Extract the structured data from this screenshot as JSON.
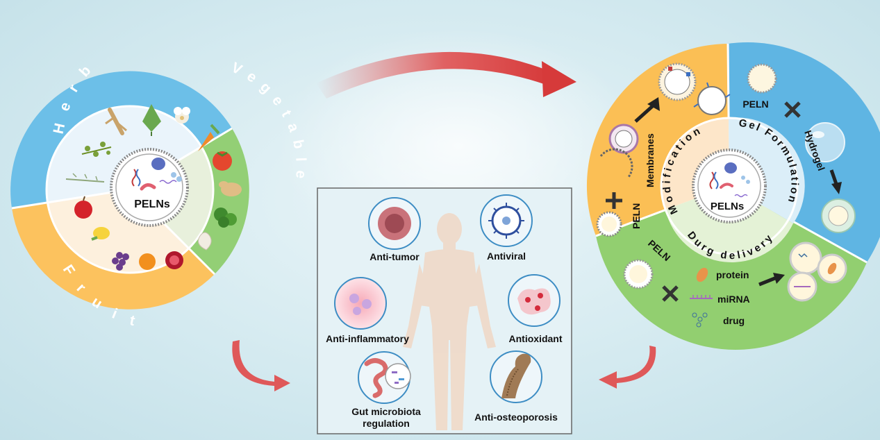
{
  "left_wheel": {
    "center": "PELNs",
    "sections": {
      "herb": "Herb",
      "vegetable": "Vegetable",
      "fruit": "Fruit"
    }
  },
  "right_wheel": {
    "center": "PELNs",
    "inner": {
      "modification": "Modification",
      "gel": "Gel Formulation",
      "delivery": "Durg delivery"
    },
    "membranes": {
      "pelnLabel": "PELN",
      "membranesLabel": "Membranes"
    },
    "hydrogel": {
      "pelnLabel": "PELN",
      "hydrogelLabel": "Hydrogel"
    },
    "delivery": {
      "pelnLabel": "PELN",
      "protein": "protein",
      "mirna": "miRNA",
      "drug": "drug"
    }
  },
  "effects": {
    "anti_tumor": "Anti-tumor",
    "antiviral": "Antiviral",
    "anti_inflammatory": "Anti-inflammatory",
    "antioxidant": "Antioxidant",
    "gut_line1": "Gut microbiota",
    "gut_line2": "regulation",
    "anti_osteoporosis": "Anti-osteoporosis"
  },
  "colors": {
    "herb": "#6cbfe8",
    "vegetable": "#93cf75",
    "fruit": "#fcc25e",
    "modification": "#fbbf55",
    "gel": "#5fb5e3",
    "delivery": "#92cf70",
    "arrow": "#e04848"
  }
}
